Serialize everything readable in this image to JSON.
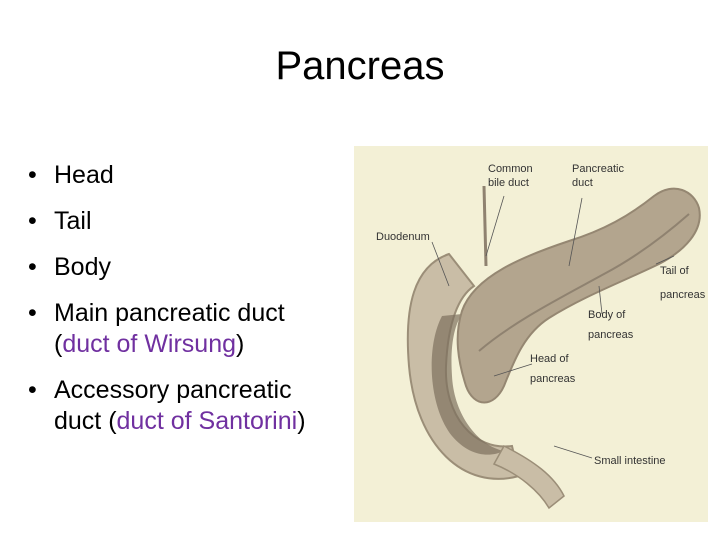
{
  "title": "Pancreas",
  "bullets": [
    {
      "text": "Head"
    },
    {
      "text": "Tail"
    },
    {
      "text": "Body"
    },
    {
      "text": "Main pancreatic duct",
      "prefix": "(",
      "highlight": "duct of Wirsung",
      "suffix": ")"
    },
    {
      "text": "Accessory pancreatic",
      "prefix": "duct (",
      "highlight": "duct of Santorini",
      "suffix": ")"
    }
  ],
  "figure": {
    "labels": {
      "common_bile_duct_1": "Common",
      "common_bile_duct_2": "bile duct",
      "pancreatic_duct_1": "Pancreatic",
      "pancreatic_duct_2": "duct",
      "duodenum": "Duodenum",
      "tail_1": "Tail of",
      "tail_2": "pancreas",
      "body_1": "Body of",
      "body_2": "pancreas",
      "head_1": "Head of",
      "head_2": "pancreas",
      "small_intestine": "Small intestine"
    },
    "colors": {
      "background": "#f3f0d6",
      "tissue": "#b3a58e",
      "duodenum": "#c9bda6",
      "duct": "#8f8270",
      "accent_text": "#7030a0"
    }
  }
}
